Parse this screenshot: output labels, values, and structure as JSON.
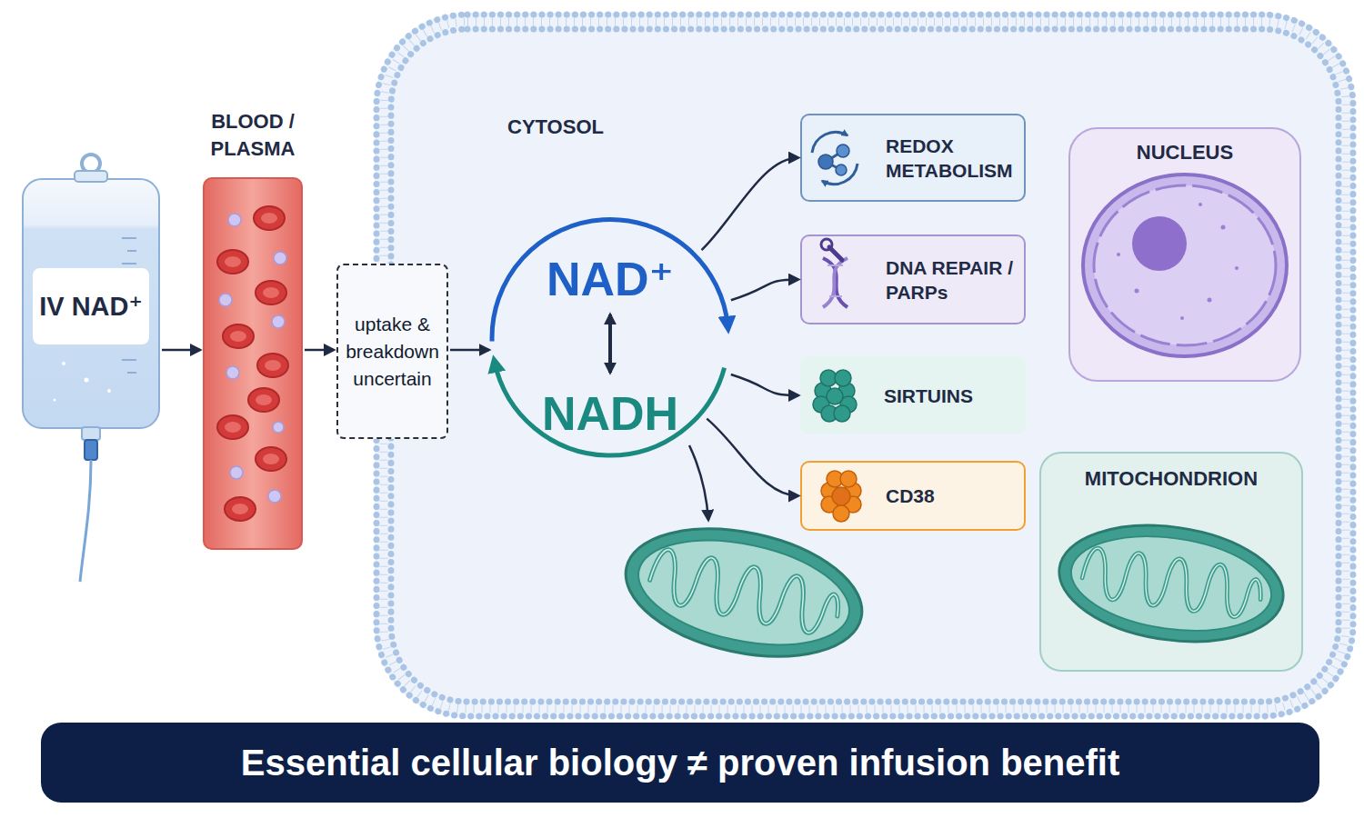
{
  "diagram": {
    "nodes": [
      {
        "text": [
          "IV NAD⁺"
        ]
      },
      {
        "text": [
          "BLOOD / PLASMA"
        ]
      },
      {
        "text": [
          "uptake & breakdown uncertain"
        ]
      },
      {
        "text": [
          "CYTOSOL"
        ]
      },
      {
        "text": [
          "NAD⁺",
          "NADH"
        ],
        "in": 3
      },
      {
        "text": [
          "REDOX METABOLISM"
        ],
        "in": 3
      },
      {
        "text": [
          "DNA REPAIR / PARPs"
        ],
        "in": 3
      },
      {
        "text": [
          "SIRTUINS"
        ],
        "in": 3
      },
      {
        "text": [
          "CD38"
        ],
        "in": 3
      },
      {
        "text": [
          "NUCLEUS"
        ],
        "in": 3
      },
      {
        "text": [
          "MITOCHONDRION"
        ],
        "in": 3
      },
      {
        "text": [
          "Essential cellular biology ≠ proven infusion benefit"
        ]
      }
    ],
    "edges": [
      {
        "from": 0,
        "to": 1,
        "arrow": "to"
      },
      {
        "from": 1,
        "to": 2,
        "arrow": "to"
      },
      {
        "from": 2,
        "to": 4,
        "arrow": "to"
      },
      {
        "from": 4,
        "to": 5,
        "arrow": "to"
      },
      {
        "from": 4,
        "to": 6,
        "arrow": "to"
      },
      {
        "from": 4,
        "to": 7,
        "arrow": "to"
      },
      {
        "from": 4,
        "to": 8,
        "arrow": "to"
      }
    ]
  }
}
